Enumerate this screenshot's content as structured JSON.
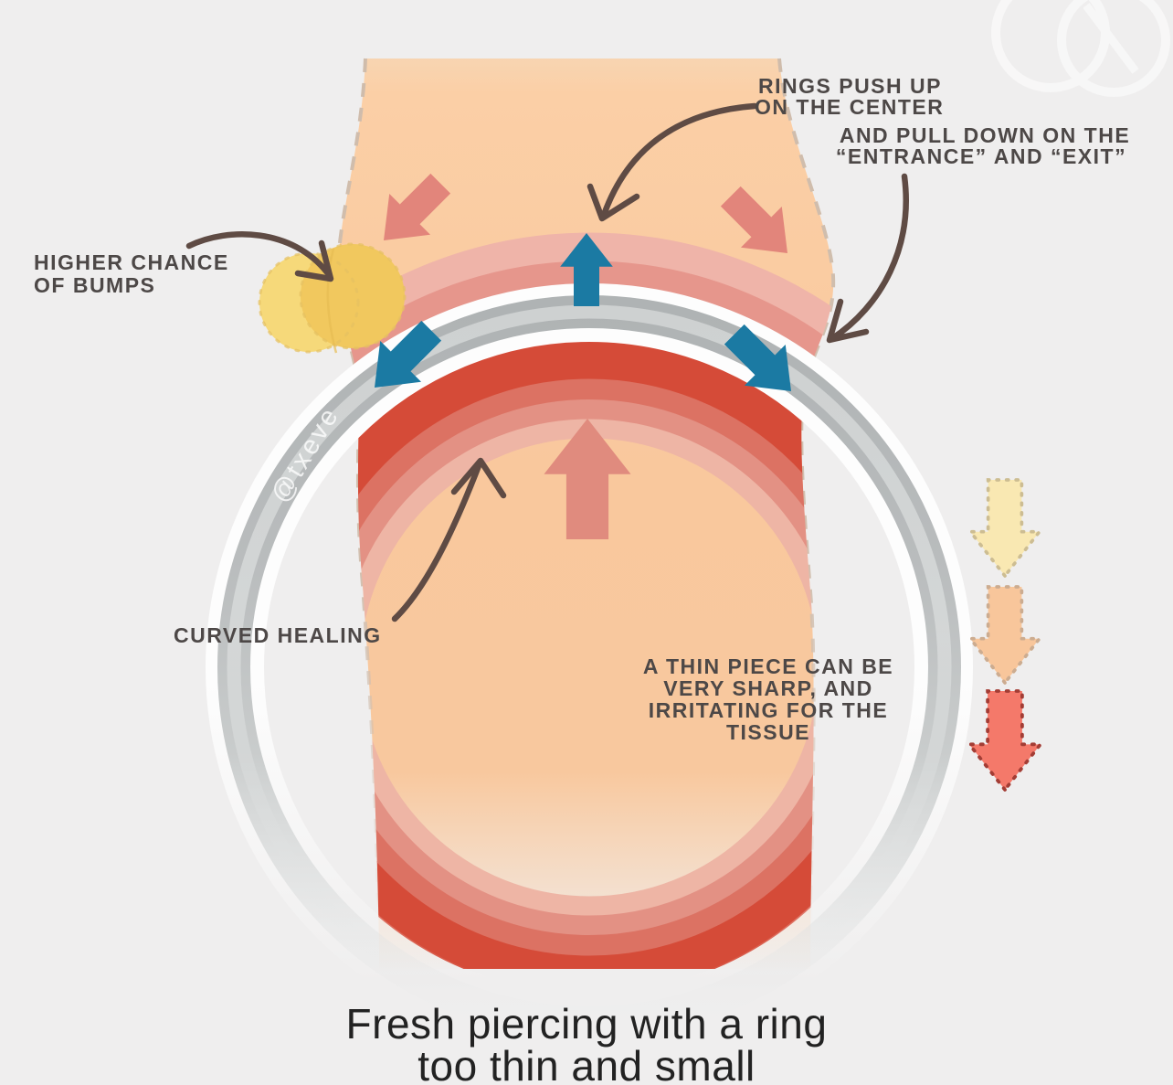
{
  "caption": {
    "lines": [
      "Fresh piercing with a ring",
      "too thin and small"
    ]
  },
  "annotations": {
    "push_up": {
      "lines": [
        "RINGS PUSH UP",
        "ON THE CENTER"
      ]
    },
    "pull_down": {
      "lines": [
        "AND PULL DOWN ON THE",
        "“ENTRANCE” AND “EXIT”"
      ]
    },
    "bumps": {
      "lines": [
        "HIGHER CHANCE",
        "OF BUMPS"
      ]
    },
    "curved_healing": {
      "lines": [
        "CURVED HEALING"
      ]
    },
    "thin_piece": {
      "lines": [
        "A THIN PIECE CAN BE",
        "VERY SHARP, AND",
        "IRRITATING FOR THE",
        "TISSUE"
      ]
    }
  },
  "watermark": "@txeve",
  "colors": {
    "background": "#efeeee",
    "skin": "#fbcfa6",
    "ring_gray": "#b9bcbd",
    "channel_red": "#d54b38",
    "force_blue": "#1b7aa3",
    "tissue_salmon": "#e2857b",
    "tissue_salmon_light": "#e08b7e",
    "bump_yellow": "#f1c85e",
    "bump_yellow_light": "#f6d97a",
    "annotation_brown": "#5f4b44",
    "label_gray": "#4d4847"
  },
  "legend": {
    "arrows": [
      {
        "name": "irritation-mild",
        "color": "#f9e8b2"
      },
      {
        "name": "irritation-moderate",
        "color": "#f8c69b"
      },
      {
        "name": "irritation-severe",
        "color": "#f4796a"
      }
    ]
  }
}
